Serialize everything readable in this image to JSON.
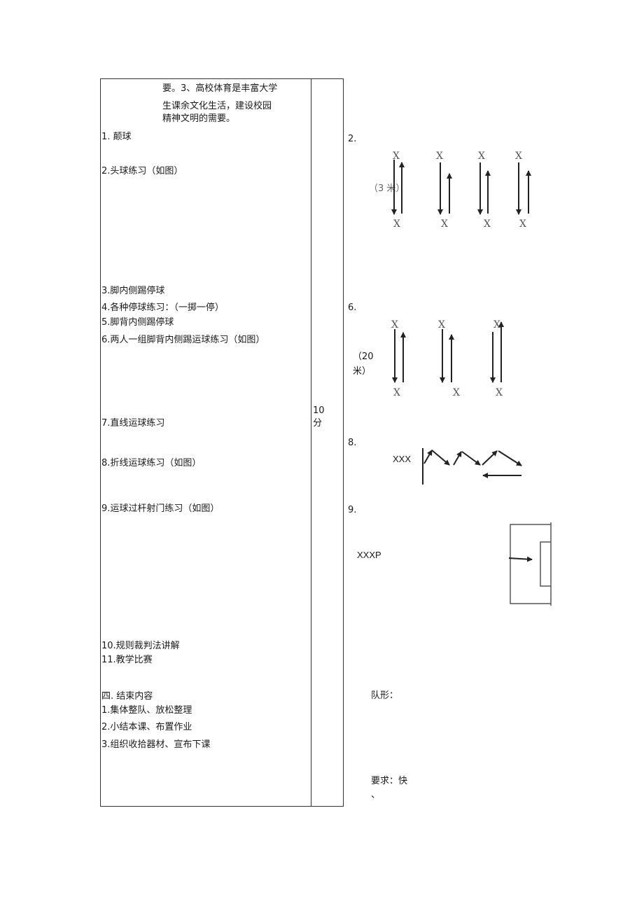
{
  "intro": {
    "line1": "要。3、高校体育是丰富大学",
    "line2": "生课余文化生活，建设校园",
    "line3": "精神文明的需要。"
  },
  "items": [
    "1. 颠球",
    "2.头球练习（如图）",
    "3.脚内侧踢停球",
    "4.各种停球练习：（一掷一停）",
    "5.脚背内侧踢停球",
    "6.两人一组脚背内侧踢运球练习（如图）",
    "7.直线运球练习",
    "8.折线运球练习（如图）",
    "9.运球过杆射门练习（如图）",
    "10.规则裁判法讲解",
    "11.教学比赛"
  ],
  "ending": {
    "heading": "四. 结束内容",
    "items": [
      "1.集体整队、放松整理",
      "2.小结本课、布置作业",
      "3.组织收拾器材、宣布下课"
    ]
  },
  "time": "10\n分",
  "diagrams": {
    "d2": {
      "num": "2.",
      "x_mark": "X",
      "distance": "（3 米）"
    },
    "d6": {
      "num": "6.",
      "x_mark": "X",
      "distance": "（20\n米）"
    },
    "d8": {
      "num": "8.",
      "players": "XXX"
    },
    "d9": {
      "num": "9.",
      "players": "XXXP"
    }
  },
  "formation_label": "队形：",
  "requirement": "要求：快\n、"
}
